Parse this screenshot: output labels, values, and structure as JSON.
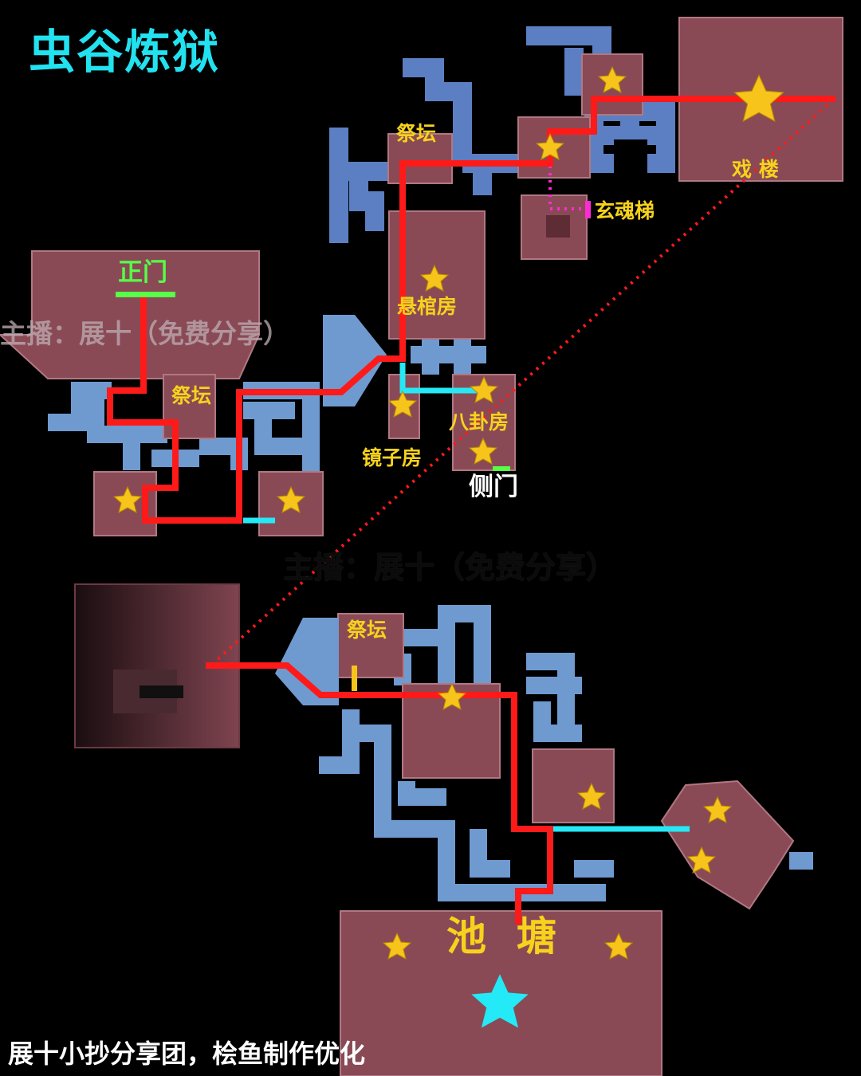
{
  "map": {
    "title": "虫谷炼狱",
    "watermark_text": "主播：展十（免费分享）",
    "footer": "展十小抄分享团，桧鱼制作优化",
    "labels": {
      "altar_top": "祭坛",
      "opera_tower": "戏 楼",
      "xuanhun_ladder": "玄魂梯",
      "main_gate": "正门",
      "coffin_room": "悬棺房",
      "altar_left": "祭坛",
      "bagua_room": "八卦房",
      "mirror_room": "镜子房",
      "side_gate": "侧门",
      "altar_bottom": "祭坛",
      "pond_left": "池",
      "pond_right": "塘"
    },
    "colors": {
      "route": "#ff1a1a",
      "water_path": "#26e8f5",
      "corridor": "#5b7fc2",
      "corridor_light": "#6f9ad0",
      "room": "#8a4a55",
      "star": "#f7c41c",
      "star_boss": "#24e9f6",
      "gate_green": "#57ff48",
      "ladder_magenta": "#ff2bd2",
      "title_cyan": "#22e2f0"
    },
    "icons": [
      "star-icon",
      "boss-star-icon"
    ]
  }
}
